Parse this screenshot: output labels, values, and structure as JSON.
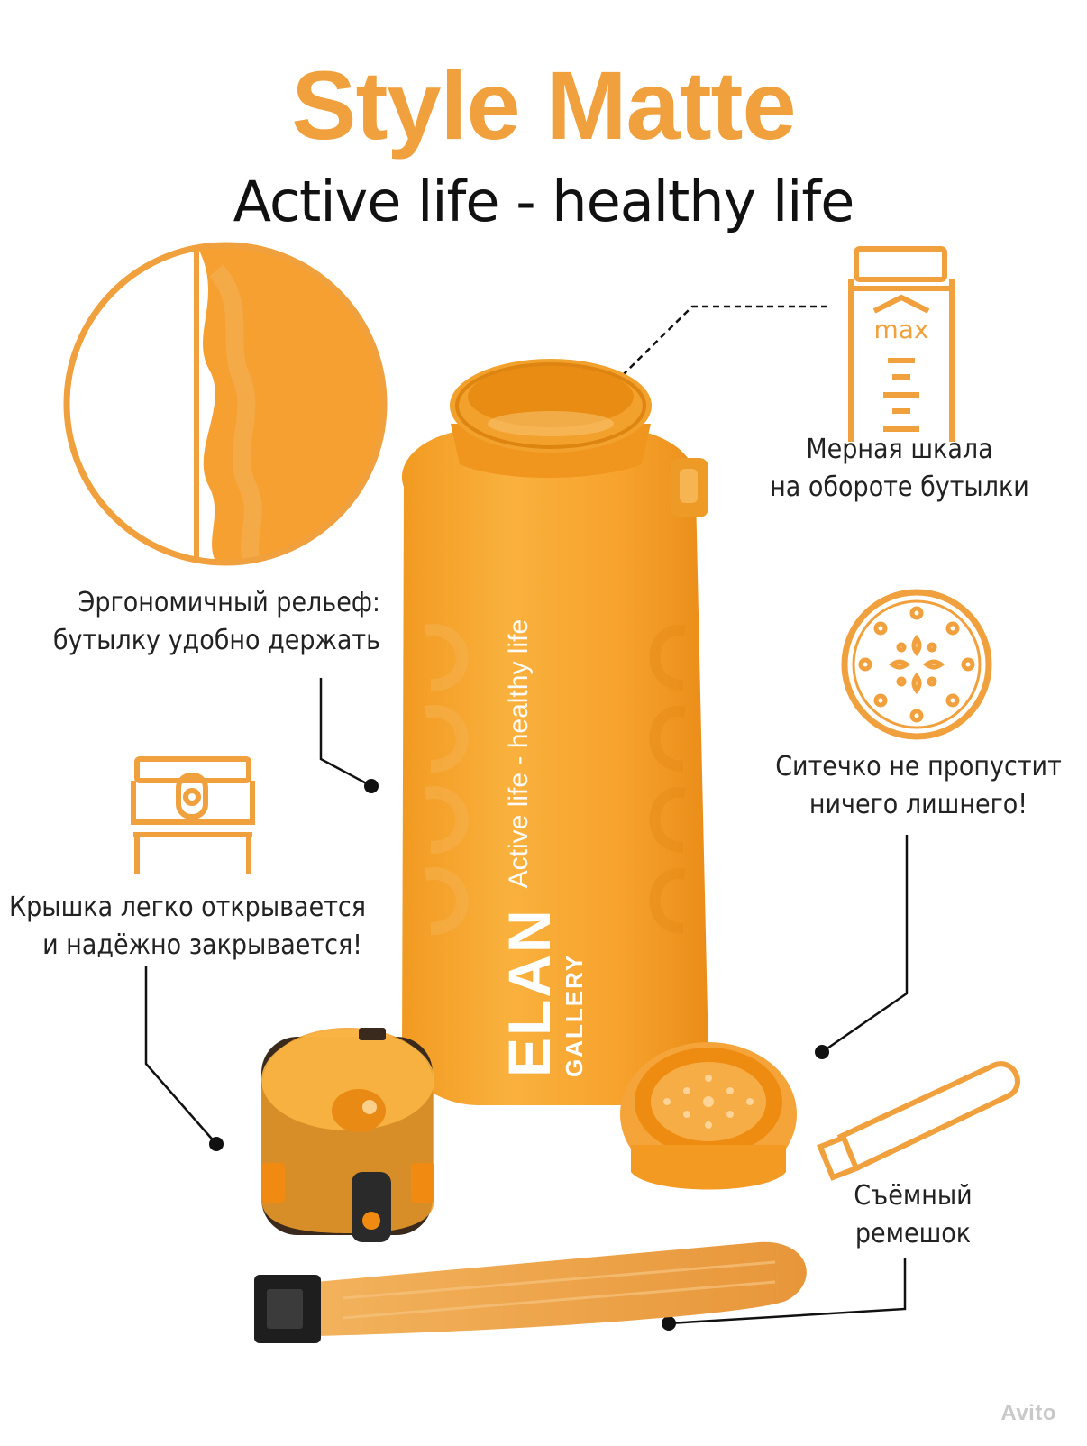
{
  "header": {
    "title": "Style Matte",
    "subtitle": "Active life - healthy life"
  },
  "features": {
    "scale": {
      "line1": "Мерная шкала",
      "line2": "на обороте бутылки",
      "icon_label": "max"
    },
    "relief": {
      "line1": "Эргономичный рельеф:",
      "line2": "бутылку удобно держать"
    },
    "strainer": {
      "line1": "Ситечко не пропустит",
      "line2": "ничего лишнего!"
    },
    "lid": {
      "line1": "Крышка легко открывается",
      "line2": "и надёжно закрывается!"
    },
    "strap": {
      "line1": "Съёмный",
      "line2": "ремешок"
    }
  },
  "bottle": {
    "brand": "ELAN",
    "brand_sub": "GALLERY",
    "slogan": "Active life - healthy life"
  },
  "watermark": "Avito",
  "colors": {
    "accent": "#f0a03c",
    "bottle": "#f7a531",
    "bottle_dark": "#e88f1c",
    "ink": "#222222"
  }
}
